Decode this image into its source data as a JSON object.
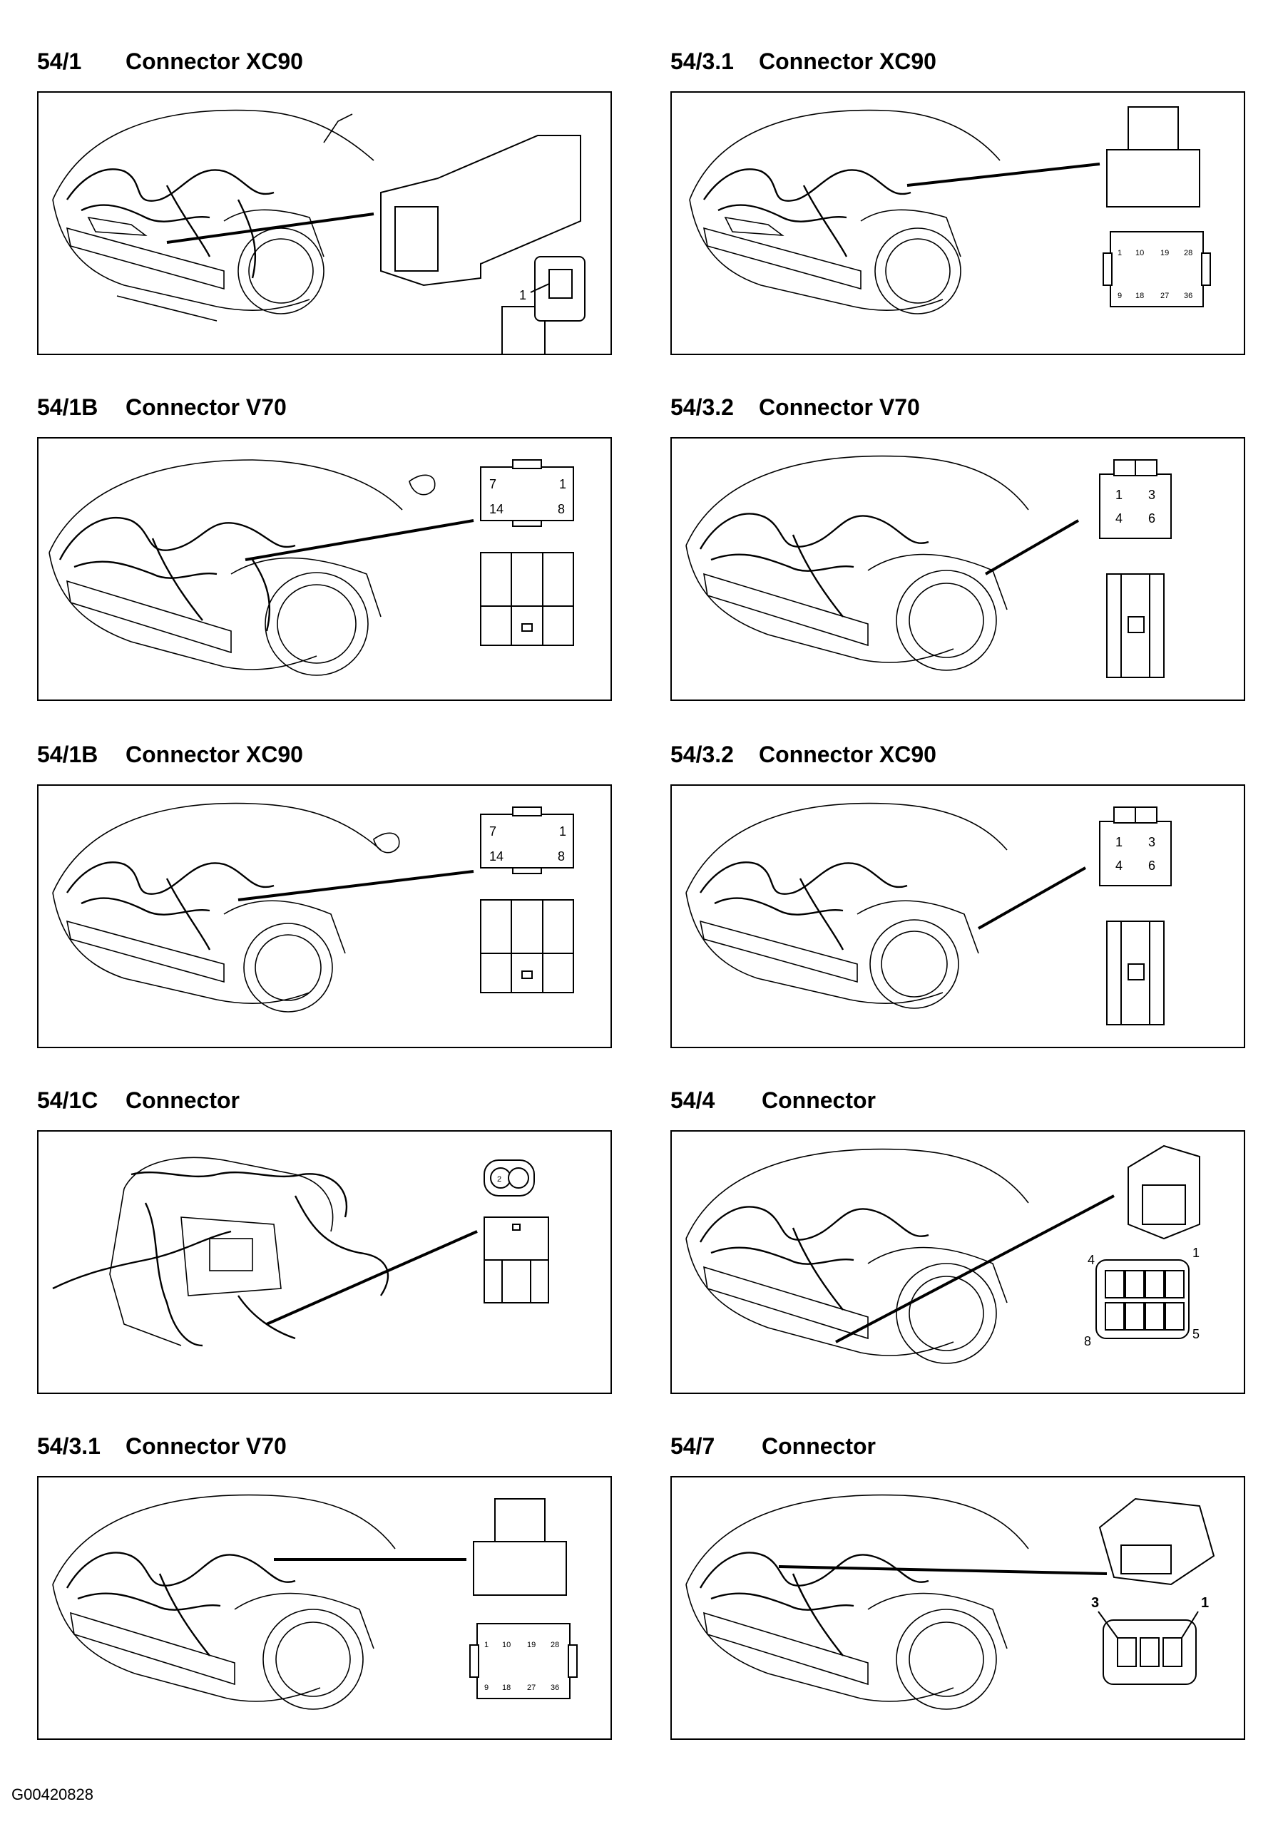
{
  "panels": [
    {
      "code": "54/1",
      "name": "Connector XC90"
    },
    {
      "code": "54/3.1",
      "name": "Connector XC90"
    },
    {
      "code": "54/1B",
      "name": "Connector V70"
    },
    {
      "code": "54/3.2",
      "name": "Connector V70"
    },
    {
      "code": "54/1B",
      "name": "Connector XC90"
    },
    {
      "code": "54/3.2",
      "name": "Connector XC90"
    },
    {
      "code": "54/1C",
      "name": "Connector"
    },
    {
      "code": "54/4",
      "name": "Connector"
    },
    {
      "code": "54/3.1",
      "name": "Connector V70"
    },
    {
      "code": "54/7",
      "name": "Connector"
    }
  ],
  "pins": {
    "p1": "1",
    "p1b": [
      "7",
      "1",
      "14",
      "8"
    ],
    "p31": [
      "1",
      "10",
      "19",
      "28",
      "9",
      "18",
      "27",
      "36"
    ],
    "p32": [
      "1",
      "3",
      "4",
      "6"
    ],
    "p4": [
      "4",
      "1",
      "8",
      "5"
    ],
    "p7": [
      "3",
      "1"
    ],
    "p1c": [
      "2"
    ]
  },
  "footer": "G00420828"
}
